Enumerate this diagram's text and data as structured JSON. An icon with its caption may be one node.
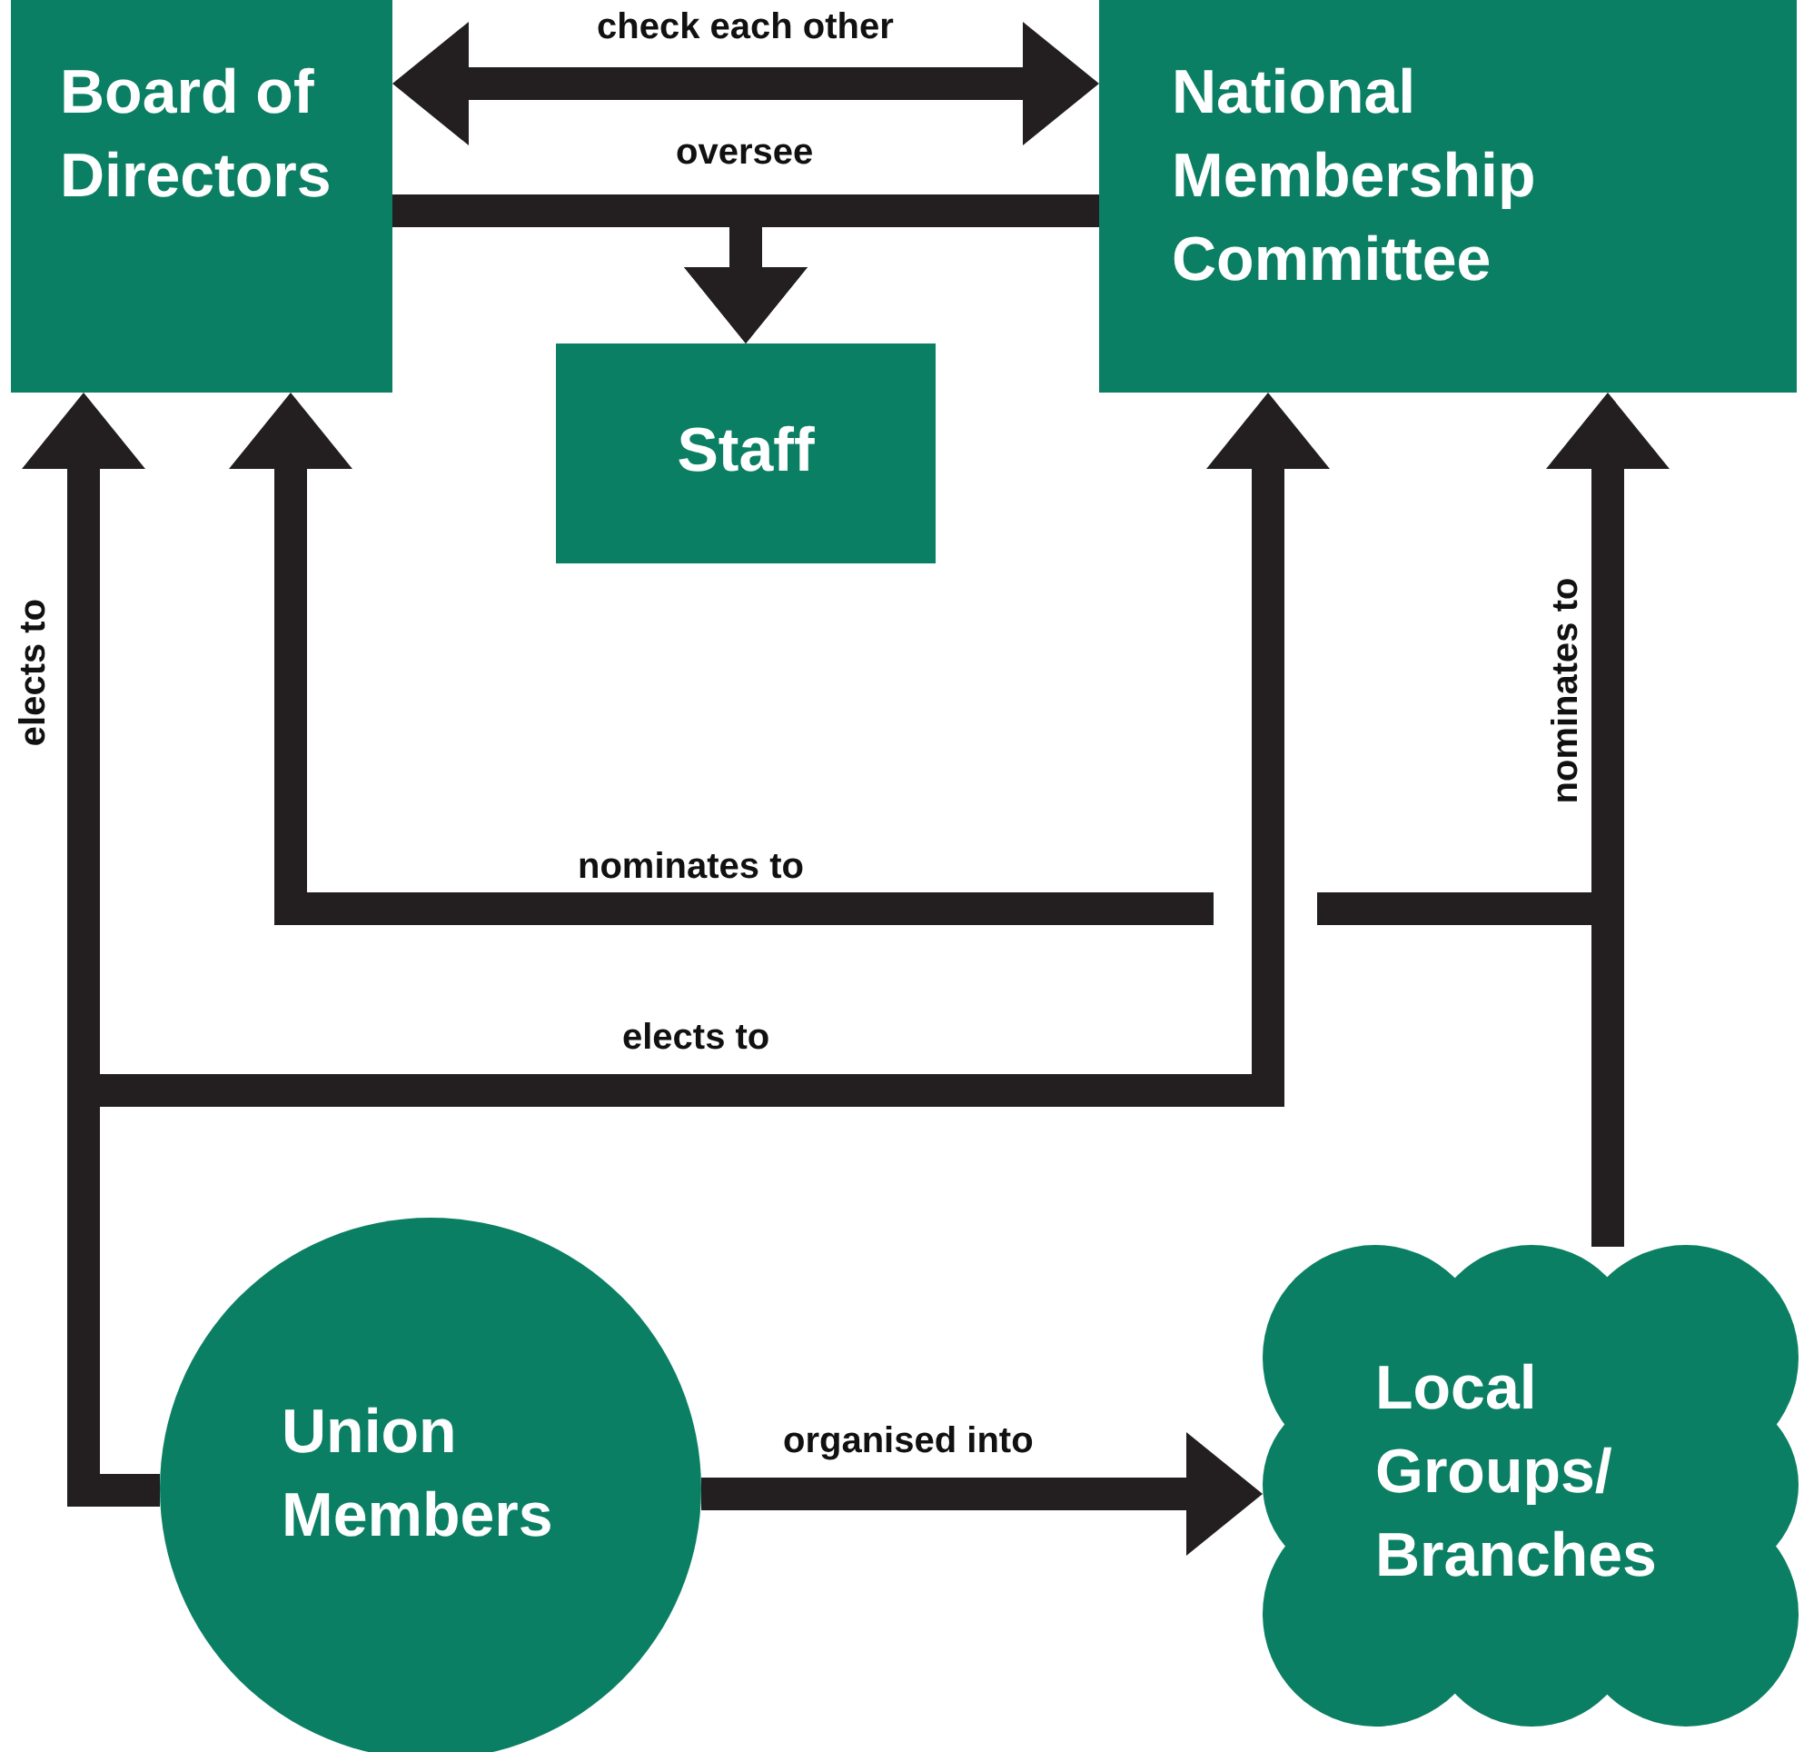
{
  "diagram": {
    "nodes": [
      {
        "text": [
          "Board of Directors"
        ]
      },
      {
        "text": [
          "National Membership Committee"
        ]
      },
      {
        "text": [
          "Staff"
        ]
      },
      {
        "text": [
          "Union Members"
        ]
      },
      {
        "text": [
          "Local Groups/ Branches"
        ]
      }
    ],
    "edges": [
      {
        "from": 0,
        "to": 1,
        "arrow": "both",
        "label": "check each other"
      },
      {
        "from": 0,
        "to": 2,
        "arrow": "to",
        "label": "oversee"
      },
      {
        "from": 1,
        "to": 2,
        "arrow": "to"
      },
      {
        "from": 3,
        "to": 0,
        "arrow": "to",
        "label": "elects to"
      },
      {
        "from": 3,
        "to": 1,
        "arrow": "to",
        "label": "elects to"
      },
      {
        "from": 4,
        "to": 1,
        "arrow": "to",
        "label": "nominates to"
      },
      {
        "from": 4,
        "to": 0,
        "arrow": "to",
        "label": "nominates to"
      },
      {
        "from": 3,
        "to": 4,
        "arrow": "to",
        "label": "organised into"
      }
    ]
  }
}
